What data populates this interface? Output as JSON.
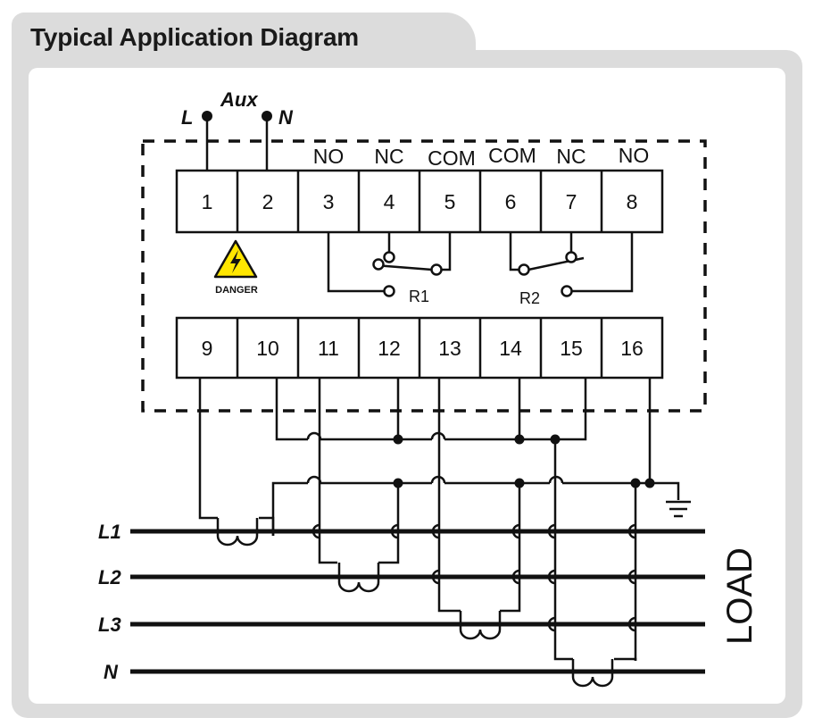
{
  "title": "Typical Application Diagram",
  "aux": {
    "label": "Aux",
    "l": "L",
    "n": "N"
  },
  "top_terminals": [
    "1",
    "2",
    "3",
    "4",
    "5",
    "6",
    "7",
    "8"
  ],
  "relay_contacts": [
    "NO",
    "NC",
    "COM",
    "COM",
    "NC",
    "NO"
  ],
  "relays": [
    "R1",
    "R2"
  ],
  "danger_label": "DANGER",
  "danger_icon": "high-voltage-warning-icon",
  "bottom_terminals": [
    "9",
    "10",
    "11",
    "12",
    "13",
    "14",
    "15",
    "16"
  ],
  "lines": [
    "L1",
    "L2",
    "L3",
    "N"
  ],
  "load_label": "LOAD",
  "colors": {
    "frame": "#dcdcdc",
    "warning": "#ffe600",
    "ink": "#111111"
  }
}
